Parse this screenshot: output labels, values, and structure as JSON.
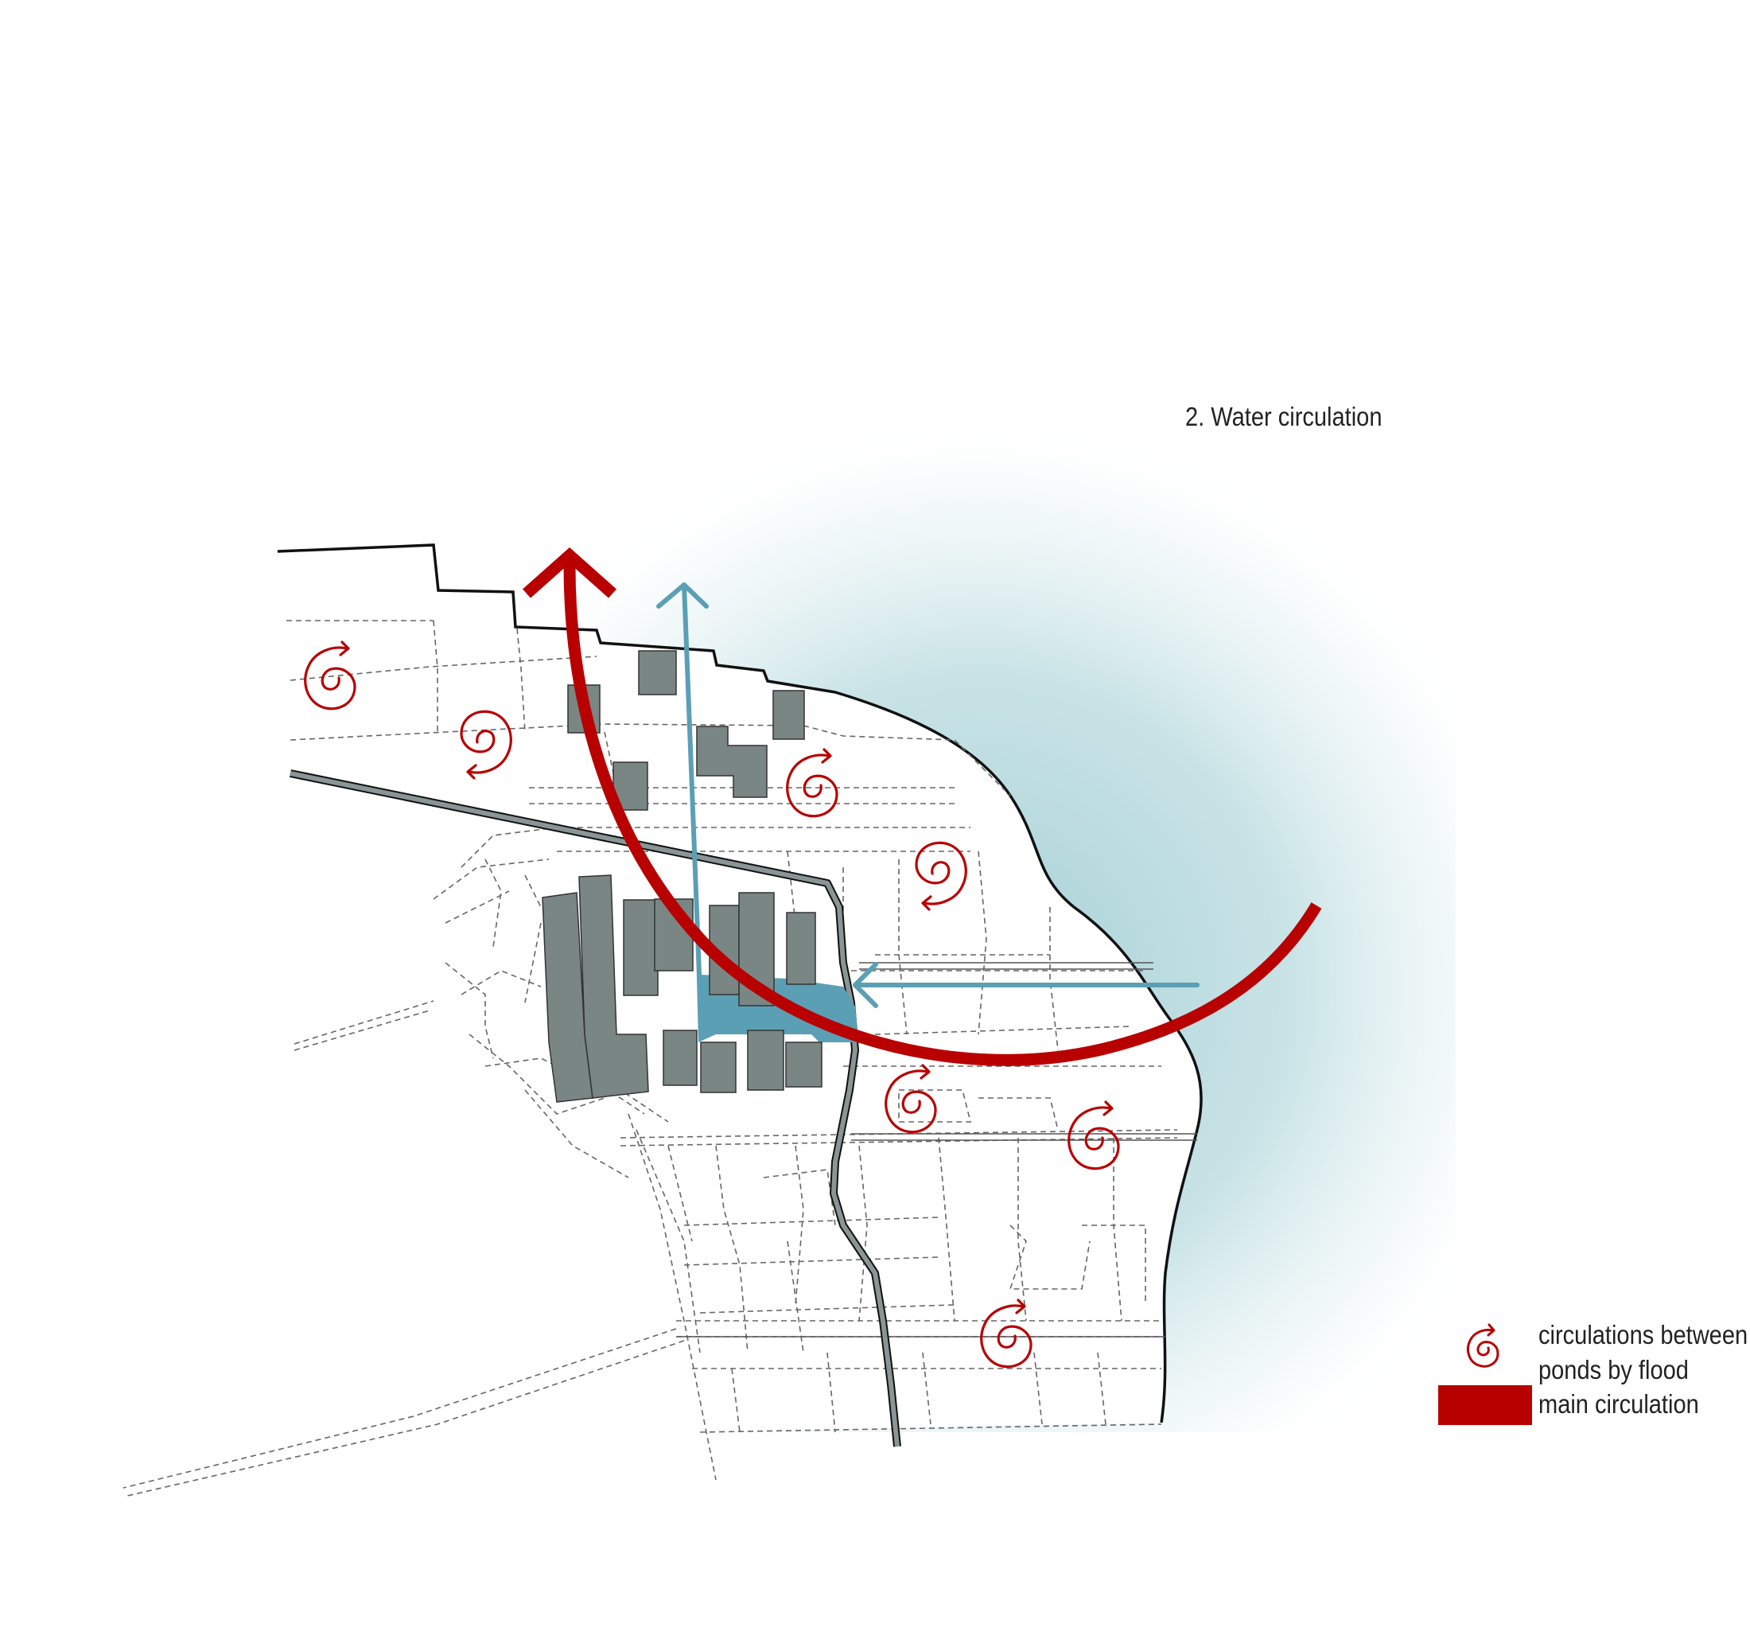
{
  "title": "2. Water circulation",
  "legend": {
    "swirl_label_line1": "circulations between",
    "swirl_label_line2": "ponds by flood",
    "main_label": "main circulation"
  },
  "colors": {
    "main_circulation": "#b80000",
    "flow_arrow": "#5b9fb5",
    "buildings": "#7a8684",
    "canal": "#7f8c8d",
    "water_glow": "#a9d2d8",
    "outline": "#111111",
    "dashed_plots": "#666666"
  },
  "icons": {
    "swirl": "swirl-circulation-icon",
    "arrow": "arrow-head-icon"
  }
}
